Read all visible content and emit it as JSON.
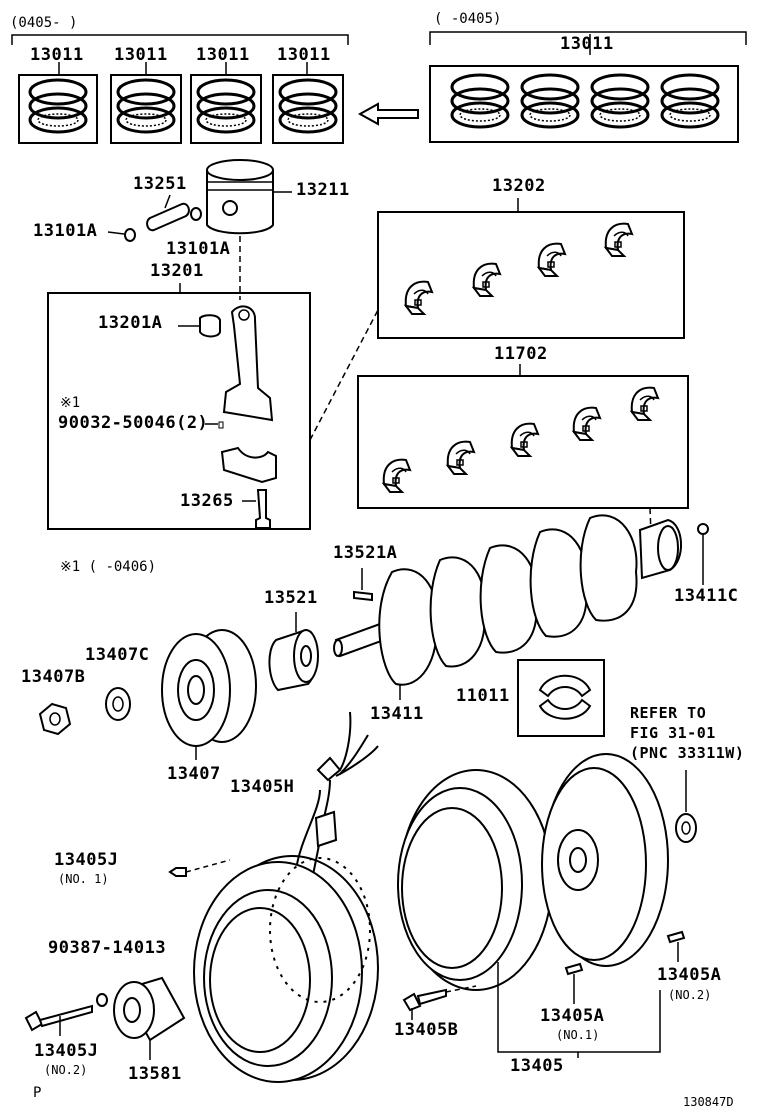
{
  "header": {
    "range_left": "(0405-      )",
    "range_right": "(      -0405)"
  },
  "labels": {
    "ring1": "13011",
    "ring2": "13011",
    "ring3": "13011",
    "ring4": "13011",
    "ring_right": "13011",
    "pin": "13251",
    "piston": "13211",
    "snap_left": "13101A",
    "snap_right": "13101A",
    "rod_set": "13201",
    "rod_bush": "13201A",
    "note_marker": "※1",
    "rod_nut": "90032-50046(2)",
    "rod_bolt": "13265",
    "rod_bearings": "13202",
    "main_bearings": "11702",
    "footnote": "※1 (    -0406)",
    "key": "13521A",
    "timing_gear": "13521",
    "crankshaft": "13411",
    "pin_11c": "13411C",
    "washer": "13407C",
    "nut": "13407B",
    "pulley": "13407",
    "thrust_washers": "11011",
    "refer": "REFER TO",
    "fig": "FIG 31-01",
    "pnc": "(PNC 33311W)",
    "harness": "13405H",
    "screw_j1": "13405J",
    "screw_j1_sub": "(NO. 1)",
    "plug": "90387-14013",
    "bolt_j2": "13405J",
    "bolt_j2_sub": "(NO.2)",
    "filter": "13581",
    "bolt_b": "13405B",
    "pin_a1": "13405A",
    "pin_a1_sub": "(NO.1)",
    "pin_a2": "13405A",
    "pin_a2_sub": "(NO.2)",
    "flywheel": "13405",
    "corner_p": "P",
    "diagram_id": "130847D"
  }
}
